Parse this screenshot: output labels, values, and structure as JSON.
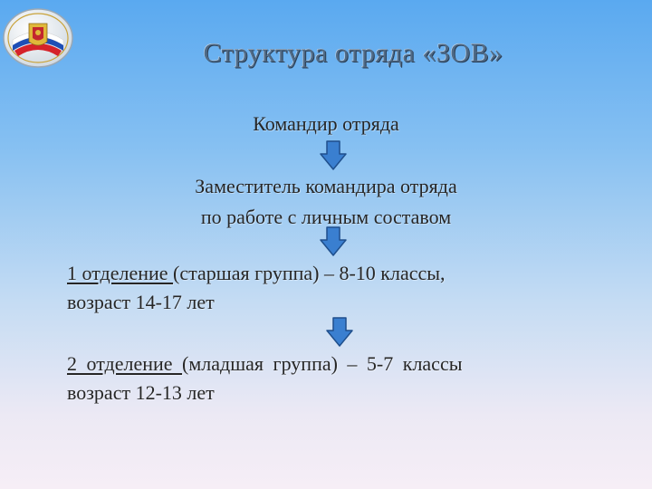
{
  "title": "Структура отряда «ЗОВ»",
  "emblem_icon": "regional-emblem-icon",
  "levels": {
    "commander": "Командир отряда",
    "deputy_line1": "Заместитель командира отряда",
    "deputy_line2": "по работе с личным составом",
    "unit1_label": "1 отделение ",
    "unit1_rest": "(старшая группа) – 8-10 классы,",
    "unit1_line2": "возраст 14-17 лет",
    "unit2_label": "2 отделение ",
    "unit2_rest": "(младшая группа) – 5-7 классы",
    "unit2_line2": "возраст 12-13 лет"
  },
  "arrow_icon": "arrow-down-icon",
  "colors": {
    "arrow_fill": "#3a7fd0",
    "arrow_stroke": "#1f4f8c",
    "title": "#4f6a86"
  }
}
